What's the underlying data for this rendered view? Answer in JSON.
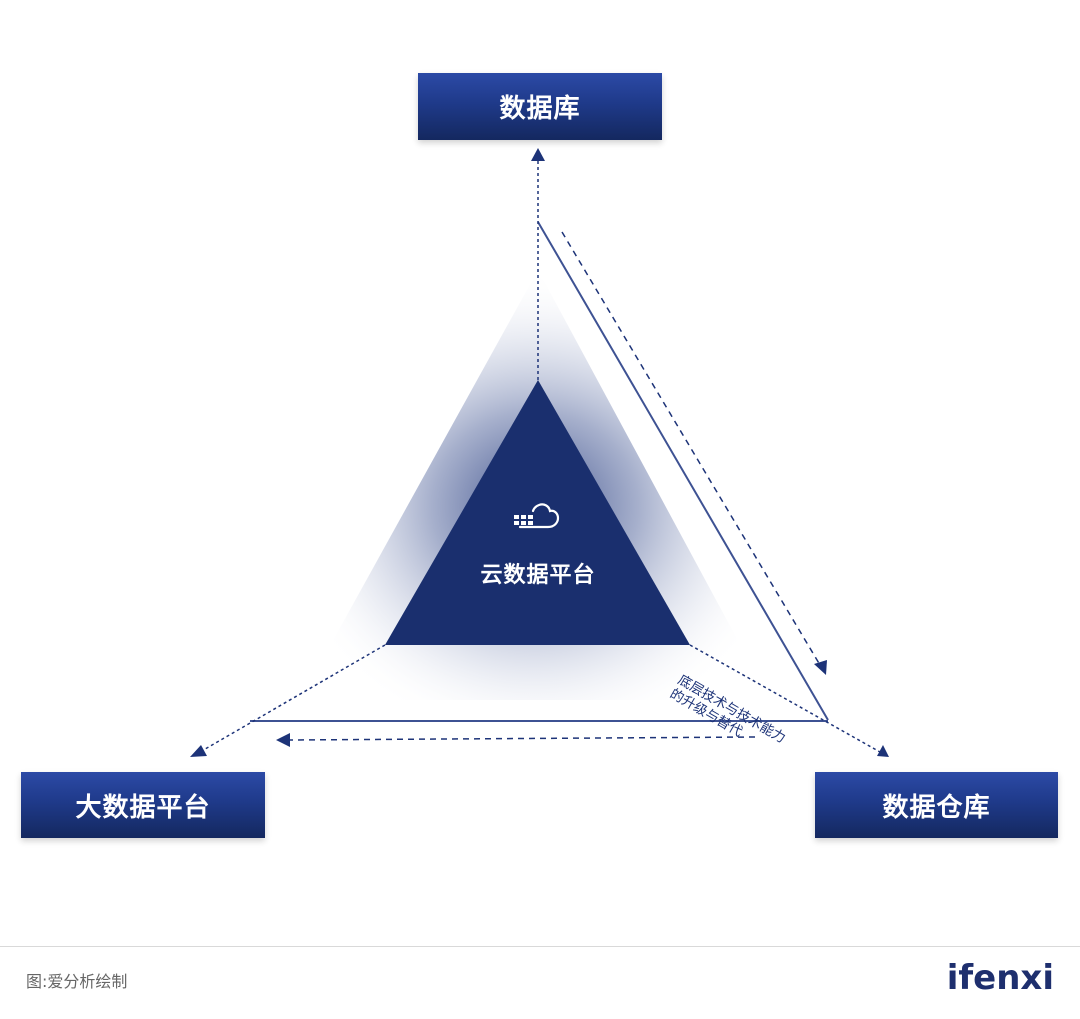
{
  "nodes": {
    "top": "数据库",
    "left": "大数据平台",
    "right": "数据仓库",
    "center": "云数据平台"
  },
  "note_line1": "底层技术与技术能力",
  "note_line2": "的升级与替代",
  "caption": "图:爱分析绘制",
  "brand": "ifenxi",
  "colors": {
    "navy": "#1d3378",
    "navy_dark": "#14285f",
    "accent": "#2c4aa6"
  },
  "icons": {
    "center": "cloud-database-icon"
  }
}
